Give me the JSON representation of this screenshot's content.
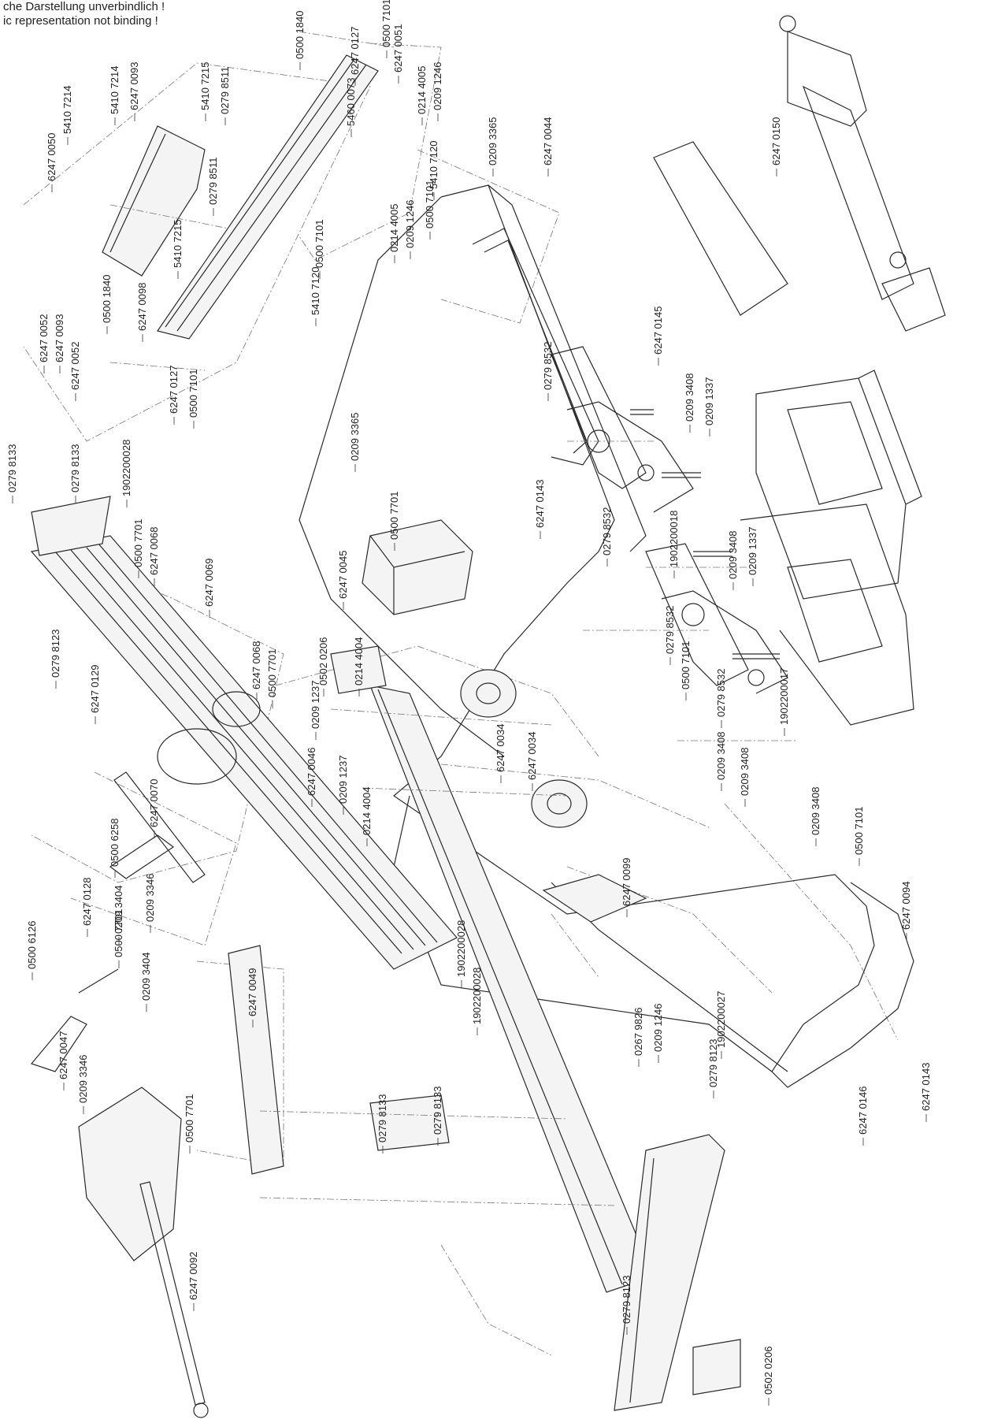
{
  "disclaimer": {
    "line1": "che Darstellung unverbindlich !",
    "line2": "ic representation not binding !"
  },
  "labels": [
    {
      "id": "l01",
      "text": "0500 1840"
    },
    {
      "id": "l02",
      "text": "6247 0127"
    },
    {
      "id": "l03",
      "text": "0500 7101"
    },
    {
      "id": "l04",
      "text": "6247 0051"
    },
    {
      "id": "l05",
      "text": "0214 4005"
    },
    {
      "id": "l06",
      "text": "0209 1246"
    },
    {
      "id": "l07",
      "text": "5460 0073"
    },
    {
      "id": "l08",
      "text": "5410 7214"
    },
    {
      "id": "l09",
      "text": "6247 0093"
    },
    {
      "id": "l10",
      "text": "5410 7215"
    },
    {
      "id": "l11",
      "text": "0279 8511"
    },
    {
      "id": "l12",
      "text": "5410 7214"
    },
    {
      "id": "l13",
      "text": "6247 0050"
    },
    {
      "id": "l14",
      "text": "0279 8511"
    },
    {
      "id": "l15",
      "text": "5410 7215"
    },
    {
      "id": "l16",
      "text": "6247 0098"
    },
    {
      "id": "l17",
      "text": "6247 0052"
    },
    {
      "id": "l18",
      "text": "6247 0093"
    },
    {
      "id": "l19",
      "text": "6247 0052"
    },
    {
      "id": "l20",
      "text": "0500 1840"
    },
    {
      "id": "l21",
      "text": "6247 0127"
    },
    {
      "id": "l22",
      "text": "0500 7101"
    },
    {
      "id": "l23",
      "text": "5410 7120"
    },
    {
      "id": "l24",
      "text": "0500 7101"
    },
    {
      "id": "l25",
      "text": "0214 4005"
    },
    {
      "id": "l26",
      "text": "0209 1246"
    },
    {
      "id": "l27",
      "text": "5410 7120"
    },
    {
      "id": "l28",
      "text": "0500 7101"
    },
    {
      "id": "l29",
      "text": "0209 3365"
    },
    {
      "id": "l30",
      "text": "6247 0044"
    },
    {
      "id": "l31",
      "text": "6247 0150"
    },
    {
      "id": "l32",
      "text": "0279 8133"
    },
    {
      "id": "l33",
      "text": "0279 8133"
    },
    {
      "id": "l34",
      "text": "1902200028"
    },
    {
      "id": "l35",
      "text": "0209 3365"
    },
    {
      "id": "l36",
      "text": "0279 8532"
    },
    {
      "id": "l37",
      "text": "6247 0145"
    },
    {
      "id": "l38",
      "text": "0209 3408"
    },
    {
      "id": "l39",
      "text": "0209 1337"
    },
    {
      "id": "l40",
      "text": "0500 7701"
    },
    {
      "id": "l41",
      "text": "6247 0068"
    },
    {
      "id": "l42",
      "text": "6247 0069"
    },
    {
      "id": "l43",
      "text": "6247 0045"
    },
    {
      "id": "l44",
      "text": "0500 7701"
    },
    {
      "id": "l45",
      "text": "6247 0143"
    },
    {
      "id": "l46",
      "text": "0279 8532"
    },
    {
      "id": "l47",
      "text": "1902200018"
    },
    {
      "id": "l48",
      "text": "0209 3408"
    },
    {
      "id": "l49",
      "text": "0209 1337"
    },
    {
      "id": "l50",
      "text": "0279 8123"
    },
    {
      "id": "l51",
      "text": "6247 0129"
    },
    {
      "id": "l52",
      "text": "6247 0068"
    },
    {
      "id": "l53",
      "text": "0500 7701"
    },
    {
      "id": "l54",
      "text": "0502 0206"
    },
    {
      "id": "l55",
      "text": "0214 4004"
    },
    {
      "id": "l56",
      "text": "0209 1237"
    },
    {
      "id": "l57",
      "text": "6247 0046"
    },
    {
      "id": "l58",
      "text": "0279 8532"
    },
    {
      "id": "l59",
      "text": "0500 7101"
    },
    {
      "id": "l60",
      "text": "0279 8532"
    },
    {
      "id": "l61",
      "text": "1902200017"
    },
    {
      "id": "l62",
      "text": "6247 0034"
    },
    {
      "id": "l63",
      "text": "6247 0034"
    },
    {
      "id": "l64",
      "text": "0209 3408"
    },
    {
      "id": "l65",
      "text": "0209 3408"
    },
    {
      "id": "l66",
      "text": "6247 0070"
    },
    {
      "id": "l67",
      "text": "0500 6258"
    },
    {
      "id": "l68",
      "text": "0209 1237"
    },
    {
      "id": "l69",
      "text": "0214 4004"
    },
    {
      "id": "l70",
      "text": "0209 3408"
    },
    {
      "id": "l71",
      "text": "0500 7101"
    },
    {
      "id": "l72",
      "text": "6247 0128"
    },
    {
      "id": "l73",
      "text": "0500 6126"
    },
    {
      "id": "l74",
      "text": "0500 7701"
    },
    {
      "id": "l75",
      "text": "0209 3404"
    },
    {
      "id": "l76",
      "text": "0209 3346"
    },
    {
      "id": "l77",
      "text": "0209 3404"
    },
    {
      "id": "l78",
      "text": "6247 0099"
    },
    {
      "id": "l79",
      "text": "6247 0094"
    },
    {
      "id": "l80",
      "text": "1902200028"
    },
    {
      "id": "l81",
      "text": "1902200028"
    },
    {
      "id": "l82",
      "text": "0267 9826"
    },
    {
      "id": "l83",
      "text": "0209 1246"
    },
    {
      "id": "l84",
      "text": "6247 0049"
    },
    {
      "id": "l85",
      "text": "6247 0047"
    },
    {
      "id": "l86",
      "text": "0209 3346"
    },
    {
      "id": "l87",
      "text": "0500 7701"
    },
    {
      "id": "l88",
      "text": "1902200027"
    },
    {
      "id": "l89",
      "text": "0279 8123"
    },
    {
      "id": "l90",
      "text": "6247 0143"
    },
    {
      "id": "l91",
      "text": "0279 8133"
    },
    {
      "id": "l92",
      "text": "0279 8133"
    },
    {
      "id": "l93",
      "text": "6247 0146"
    },
    {
      "id": "l94",
      "text": "6247 0092"
    },
    {
      "id": "l95",
      "text": "0279 8123"
    },
    {
      "id": "l96",
      "text": "0502 0206"
    }
  ]
}
